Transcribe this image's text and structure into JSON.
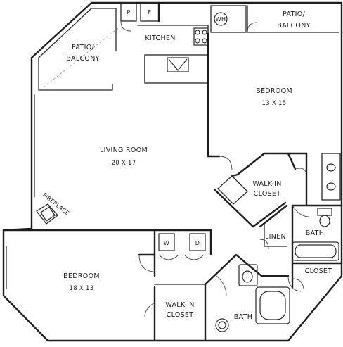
{
  "rooms": {
    "patio_left": {
      "line1": "PATIO/",
      "line2": "BALCONY"
    },
    "patio_right": {
      "line1": "PATIO/",
      "line2": "BALCONY"
    },
    "kitchen": {
      "label": "KITCHEN"
    },
    "pantry": {
      "label": "P"
    },
    "fridge": {
      "label": "F"
    },
    "water_heater": {
      "label": "WH"
    },
    "living_room": {
      "label": "LIVING ROOM",
      "dims": "20 X 17"
    },
    "bedroom_right": {
      "label": "BEDROOM",
      "dims": "13 X 15"
    },
    "walkin_right": {
      "line1": "WALK-IN",
      "line2": "CLOSET"
    },
    "linen": {
      "label": "LINEN"
    },
    "bath_right": {
      "label": "BATH"
    },
    "closet_right": {
      "label": "CLOSET"
    },
    "washer": {
      "label": "W"
    },
    "dryer": {
      "label": "D"
    },
    "bedroom_left": {
      "label": "BEDROOM",
      "dims": "18 X 13"
    },
    "walkin_left": {
      "line1": "WALK-IN",
      "line2": "CLOSET"
    },
    "bath_bottom": {
      "label": "BATH"
    },
    "fireplace": {
      "label": "FIREPLACE"
    }
  }
}
